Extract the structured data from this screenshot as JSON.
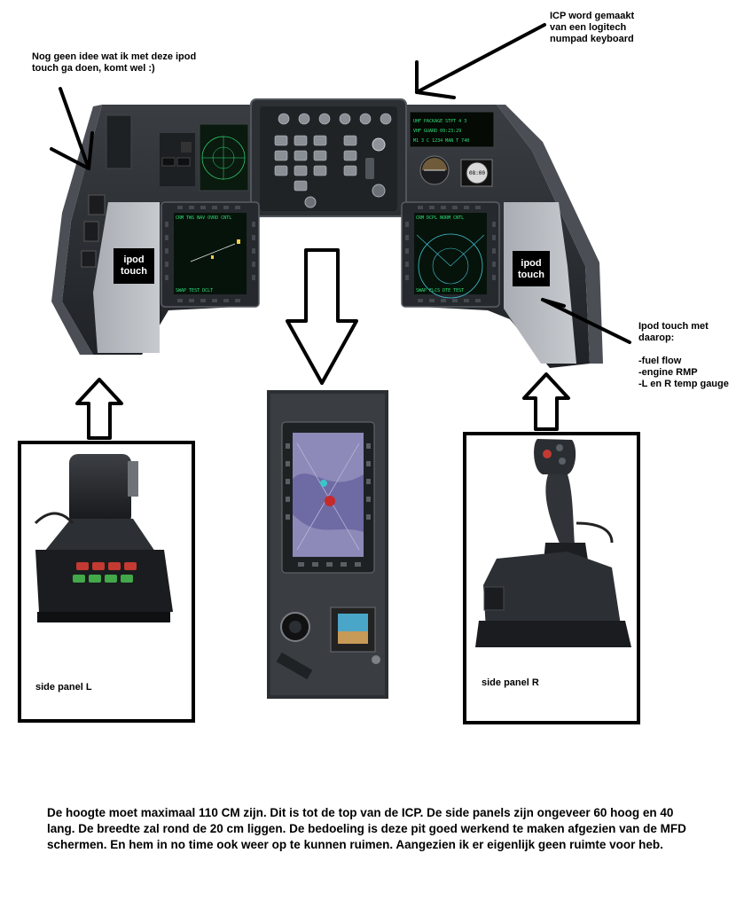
{
  "annotations": {
    "ipod_note": "Nog geen idee wat ik met deze ipod\ntouch ga doen, komt wel :)",
    "icp_note": "ICP word gemaakt\nvan een logitech\nnumpad keyboard",
    "right_note": "Ipod touch met\ndaarop:\n\n-fuel flow\n-engine RMP\n-L en R temp gauge"
  },
  "cockpit": {
    "ipod_left": "ipod\ntouch",
    "ipod_right": "ipod\ntouch",
    "left_mfd_top": "CRM  TWS   NAV  OVRD  CNTL",
    "left_mfd_bottom": "SWAP  TEST        DCLT",
    "right_mfd_top": "CRM  DCPL  NORM         CNTL",
    "right_mfd_bottom": "SWAP  FLCS  DTE  TEST",
    "ded_line1": "UHF  PACKAGE   STPT  4 3",
    "ded_line2": "VHF  GUARD       09:23:29",
    "ded_line3": "M1 3 C  1234   MAN  T 740"
  },
  "captions": {
    "side_left": "side panel L",
    "side_right": "side panel R"
  },
  "description": "De hoogte moet maximaal 110 CM zijn. Dit is tot de top van de ICP. De side panels zijn ongeveer 60 hoog en 40 lang. De breedte zal rond de 20 cm liggen. De bedoeling is deze pit goed werkend te maken afgezien van de MFD schermen. En hem in no time ook weer op te kunnen ruimen. Aangezien ik er eigenlijk geen ruimte voor heb.",
  "colors": {
    "panel": "#2a2d31",
    "ipod_panel": "#b5b9bf",
    "mfd_green": "#2fe07a"
  }
}
